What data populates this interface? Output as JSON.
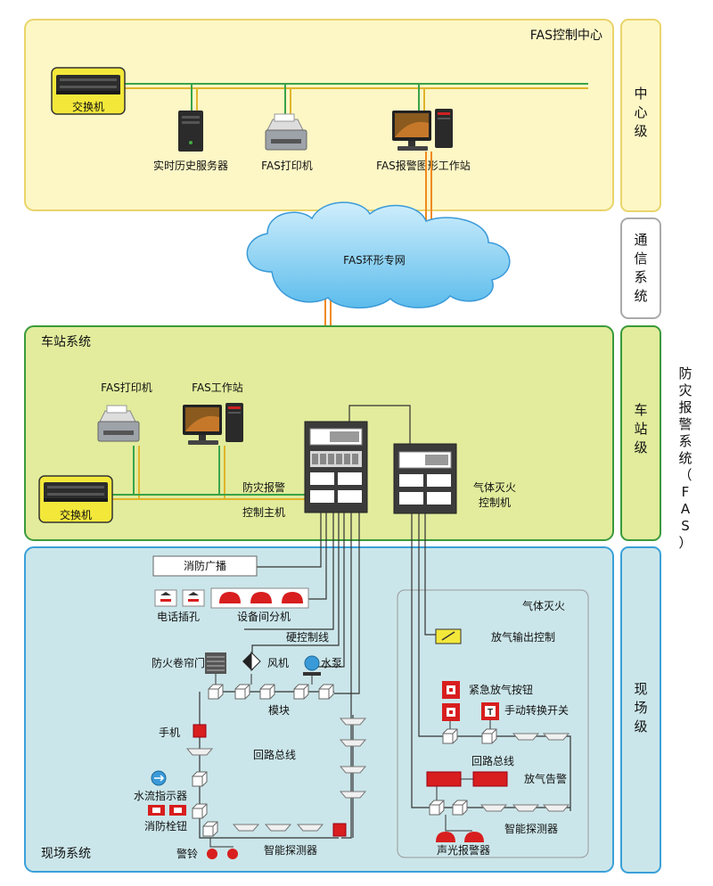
{
  "control_center": {
    "title": "FAS控制中心",
    "switch": "交换机",
    "server": "实时历史服务器",
    "printer": "FAS打印机",
    "workstation": "FAS报警图形工作站"
  },
  "network": {
    "label": "FAS环形专网"
  },
  "station": {
    "title": "车站系统",
    "printer": "FAS打印机",
    "workstation": "FAS工作站",
    "switch": "交换机",
    "host_line1": "防灾报警",
    "host_line2": "控制主机",
    "gas_line1": "气体灭火",
    "gas_line2": "控制机"
  },
  "field": {
    "title": "现场系统",
    "broadcast": "消防广播",
    "phone_jack": "电话插孔",
    "extension": "设备间分机",
    "hard_wire": "硬控制线",
    "shutter": "防火卷帘门",
    "fan": "风机",
    "pump": "水泵",
    "module": "模块",
    "manual": "手机",
    "loop_bus": "回路总线",
    "water_flow": "水流指示器",
    "hydrant": "消防栓钮",
    "bell": "警铃",
    "detector": "智能探测器"
  },
  "gas_area": {
    "title": "气体灭火",
    "release_output": "放气输出控制",
    "emergency_button": "紧急放气按钮",
    "manual_switch": "手动转换开关",
    "loop_bus": "回路总线",
    "release_alarm": "放气告警",
    "sound_light": "声光报警器",
    "detector": "智能探测器"
  },
  "side": {
    "center_level": "中心级",
    "comm": "通信系统",
    "station_level": "车站级",
    "field_level": "现场级",
    "fas_system": "防灾报警系统（FAS）"
  },
  "colors": {
    "center_bg": "#fdf7c6",
    "station_bg": "#e2ec9c",
    "field_bg": "#cbe6ea",
    "green_border": "#3a9a3a",
    "yellow_border": "#e9d46a",
    "blue_border": "#3aa0d8",
    "orange_line": "#f08a1e",
    "green_line": "#3aa34a",
    "alarm_red": "#d81e1e"
  }
}
